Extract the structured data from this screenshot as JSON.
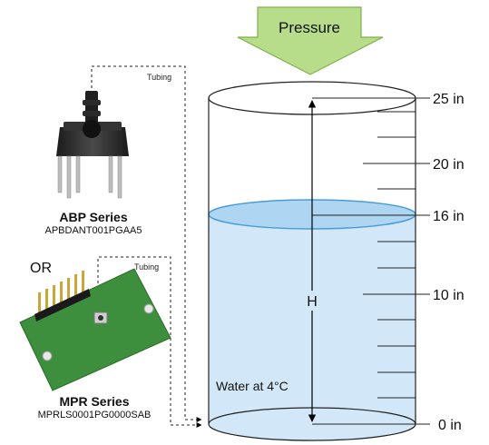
{
  "pressure_label": "Pressure",
  "level_labels": {
    "top": "25 in",
    "l20": "20 in",
    "water": "16 in",
    "l10": "10 in",
    "bottom": "0 in"
  },
  "height_label": "H",
  "water_label": "Water at 4°C",
  "sensors": [
    {
      "series": "ABP Series",
      "part": "APBDANT001PGAA5",
      "tubing": "Tubing"
    },
    {
      "series": "MPR Series",
      "part": "MPRLS0001PG0000SAB",
      "tubing": "Tubing"
    }
  ],
  "or_label": "OR",
  "colors": {
    "arrow_fill": "#b7dd8a",
    "arrow_stroke": "#7fb04a",
    "water_fill": "#d2e8f8",
    "water_surface": "#aed6f2",
    "water_edge": "#4a9cd6",
    "board_green": "#3d8f3d"
  }
}
